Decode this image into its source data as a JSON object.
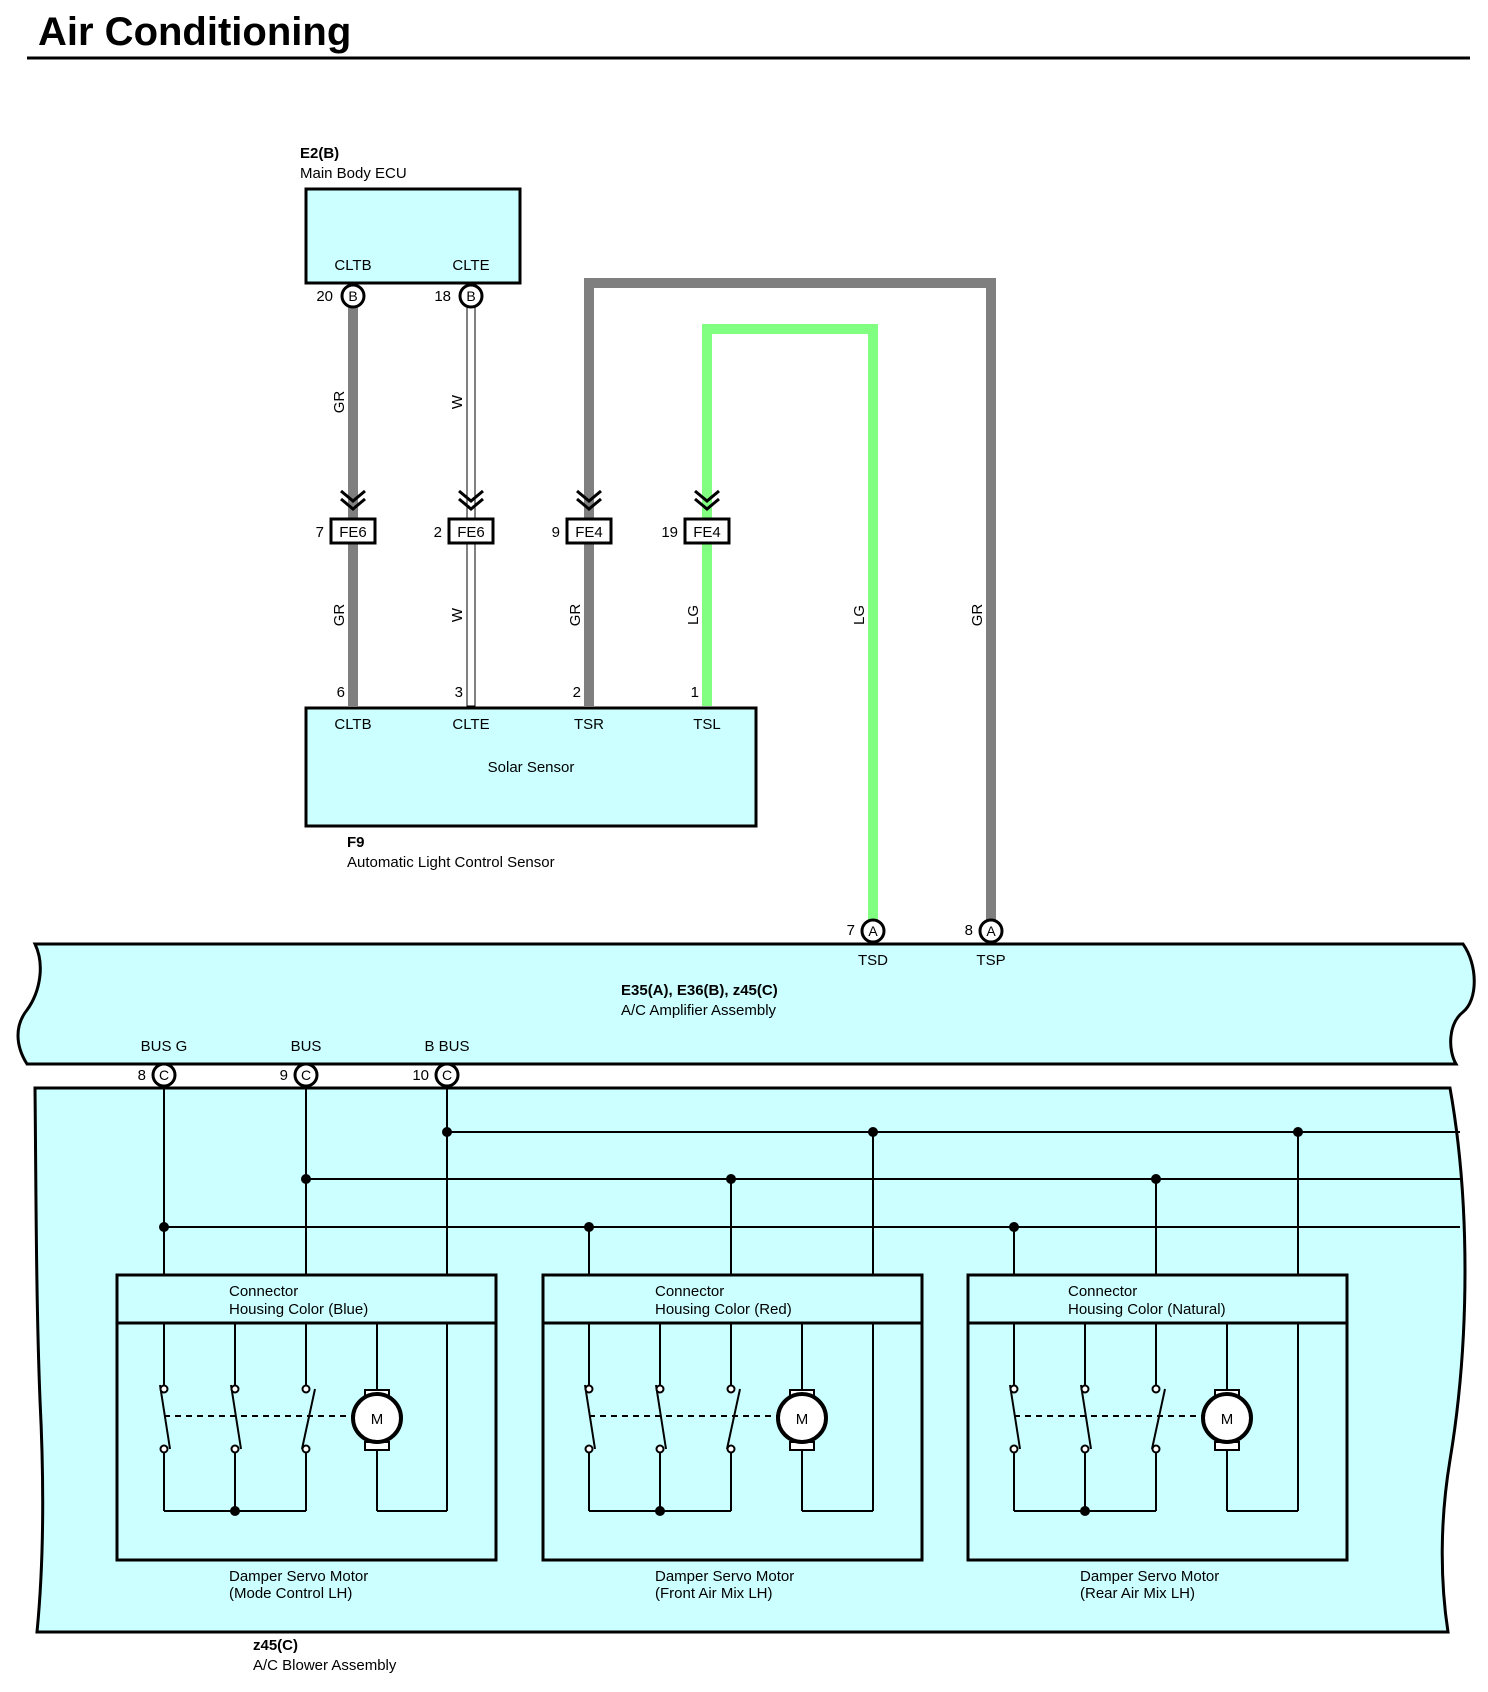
{
  "title": "Air Conditioning",
  "colors": {
    "component_fill": "#ccffff",
    "wire_gr": "#7f7f7f",
    "wire_lg": "#80ff80",
    "wire_w": "#ffffff"
  },
  "ecu": {
    "code": "E2(B)",
    "name": "Main Body ECU",
    "pins": [
      {
        "num": "20",
        "conn": "B",
        "name": "CLTB"
      },
      {
        "num": "18",
        "conn": "B",
        "name": "CLTE"
      }
    ]
  },
  "wire_colors": {
    "gr": "GR",
    "w": "W",
    "lg": "LG"
  },
  "junctions": [
    {
      "num": "7",
      "conn": "FE6"
    },
    {
      "num": "2",
      "conn": "FE6"
    },
    {
      "num": "9",
      "conn": "FE4"
    },
    {
      "num": "19",
      "conn": "FE4"
    }
  ],
  "sensor": {
    "code": "F9",
    "name": "Automatic Light Control Sensor",
    "inner": "Solar Sensor",
    "pins": [
      {
        "num": "6",
        "name": "CLTB"
      },
      {
        "num": "3",
        "name": "CLTE"
      },
      {
        "num": "2",
        "name": "TSR"
      },
      {
        "num": "1",
        "name": "TSL"
      }
    ]
  },
  "amplifier": {
    "code": "E35(A), E36(B), z45(C)",
    "name": "A/C Amplifier Assembly",
    "top_pins": [
      {
        "num": "7",
        "conn": "A",
        "name": "TSD"
      },
      {
        "num": "8",
        "conn": "A",
        "name": "TSP"
      }
    ],
    "bottom_pins": [
      {
        "num": "8",
        "conn": "C",
        "name": "BUS G"
      },
      {
        "num": "9",
        "conn": "C",
        "name": "BUS"
      },
      {
        "num": "10",
        "conn": "C",
        "name": "B BUS"
      }
    ]
  },
  "motors": [
    {
      "housing_line1": "Connector",
      "housing_line2": "Housing Color (Blue)",
      "name_line1": "Damper Servo Motor",
      "name_line2": "(Mode Control LH)"
    },
    {
      "housing_line1": "Connector",
      "housing_line2": "Housing Color (Red)",
      "name_line1": "Damper Servo Motor",
      "name_line2": "(Front Air Mix LH)"
    },
    {
      "housing_line1": "Connector",
      "housing_line2": "Housing Color (Natural)",
      "name_line1": "Damper Servo Motor",
      "name_line2": "(Rear Air Mix LH)"
    }
  ],
  "motor_symbol": "M",
  "blower": {
    "code": "z45(C)",
    "name": "A/C Blower Assembly"
  }
}
